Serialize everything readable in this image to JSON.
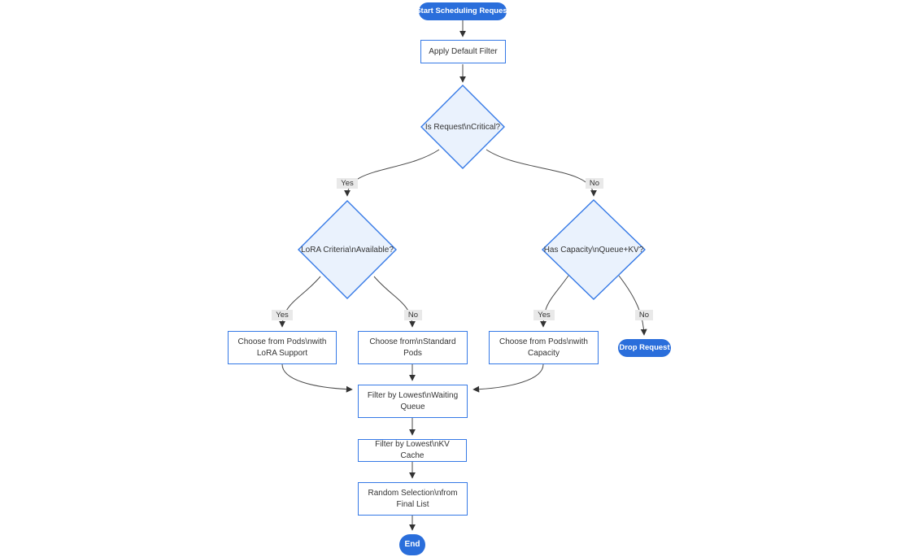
{
  "diagram": {
    "type": "flowchart",
    "direction": "top-down",
    "colors": {
      "terminal_fill": "#2a6edb",
      "terminal_text": "#ffffff",
      "process_fill": "#ffffff",
      "process_border": "#3579e6",
      "decision_fill": "#eaf2fd",
      "decision_border": "#3579e6",
      "edge_stroke": "#4a4a4a",
      "text": "#333333",
      "edge_label_bg": "#e9e9e9"
    },
    "nodes": {
      "start": {
        "label": "Start Scheduling Request",
        "shape": "stadium"
      },
      "apply_filter": {
        "label": "Apply Default Filter",
        "shape": "rect"
      },
      "is_critical": {
        "label": "Is Request\\nCritical?",
        "shape": "diamond"
      },
      "lora_criteria": {
        "label": "LoRA Criteria\\nAvailable?",
        "shape": "diamond"
      },
      "has_capacity": {
        "label": "Has Capacity\\nQueue+KV?",
        "shape": "diamond"
      },
      "choose_lora": {
        "label": "Choose from Pods\\nwith LoRA Support",
        "shape": "rect"
      },
      "choose_standard": {
        "label": "Choose from\\nStandard Pods",
        "shape": "rect"
      },
      "choose_capacity": {
        "label": "Choose from Pods\\nwith Capacity",
        "shape": "rect"
      },
      "drop_request": {
        "label": "Drop Request",
        "shape": "stadium"
      },
      "filter_waiting": {
        "label": "Filter by Lowest\\nWaiting Queue",
        "shape": "rect"
      },
      "filter_kv": {
        "label": "Filter by Lowest\\nKV Cache",
        "shape": "rect"
      },
      "random_selection": {
        "label": "Random Selection\\nfrom Final List",
        "shape": "rect"
      },
      "end": {
        "label": "End",
        "shape": "stadium"
      }
    },
    "edges": [
      {
        "from": "start",
        "to": "apply_filter",
        "label": ""
      },
      {
        "from": "apply_filter",
        "to": "is_critical",
        "label": ""
      },
      {
        "from": "is_critical",
        "to": "lora_criteria",
        "label": "Yes"
      },
      {
        "from": "is_critical",
        "to": "has_capacity",
        "label": "No"
      },
      {
        "from": "lora_criteria",
        "to": "choose_lora",
        "label": "Yes"
      },
      {
        "from": "lora_criteria",
        "to": "choose_standard",
        "label": "No"
      },
      {
        "from": "has_capacity",
        "to": "choose_capacity",
        "label": "Yes"
      },
      {
        "from": "has_capacity",
        "to": "drop_request",
        "label": "No"
      },
      {
        "from": "choose_lora",
        "to": "filter_waiting",
        "label": ""
      },
      {
        "from": "choose_standard",
        "to": "filter_waiting",
        "label": ""
      },
      {
        "from": "choose_capacity",
        "to": "filter_waiting",
        "label": ""
      },
      {
        "from": "filter_waiting",
        "to": "filter_kv",
        "label": ""
      },
      {
        "from": "filter_kv",
        "to": "random_selection",
        "label": ""
      },
      {
        "from": "random_selection",
        "to": "end",
        "label": ""
      }
    ]
  }
}
